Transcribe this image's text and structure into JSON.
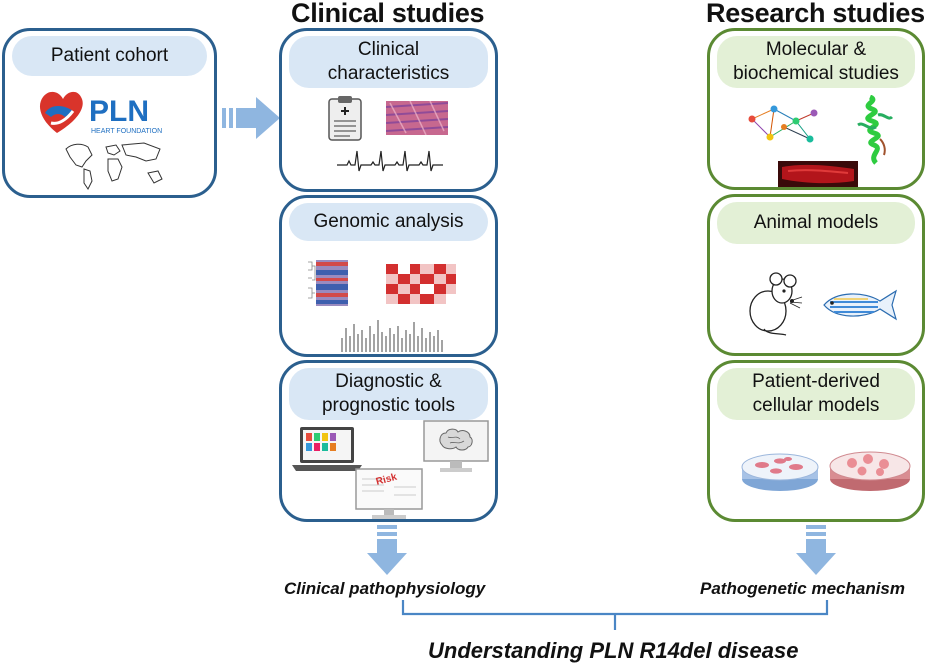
{
  "headings": {
    "clinical": "Clinical studies",
    "research": "Research studies"
  },
  "cohort": {
    "title": "Patient cohort",
    "logo_text": "PLN",
    "logo_subtext": "HEART FOUNDATION"
  },
  "clinical_boxes": [
    {
      "lines": [
        "Clinical",
        "characteristics"
      ]
    },
    {
      "lines": [
        "Genomic analysis"
      ]
    },
    {
      "lines": [
        "Diagnostic &",
        "prognostic tools"
      ]
    }
  ],
  "research_boxes": [
    {
      "lines": [
        "Molecular &",
        "biochemical studies"
      ]
    },
    {
      "lines": [
        "Animal models"
      ]
    },
    {
      "lines": [
        "Patient-derived",
        "cellular models"
      ]
    }
  ],
  "risk_label": "Risk",
  "outcomes": {
    "clinical": "Clinical pathophysiology",
    "research": "Pathogenetic mechanism"
  },
  "conclusion": "Understanding PLN R14del disease",
  "colors": {
    "clinical_border": "#2b5f8e",
    "clinical_fill": "#d9e7f5",
    "research_border": "#5b8a33",
    "research_fill": "#e3f0d6",
    "arrow": "#8fb6e0",
    "logo_blue": "#1f6fc1",
    "logo_red": "#d9342b"
  }
}
